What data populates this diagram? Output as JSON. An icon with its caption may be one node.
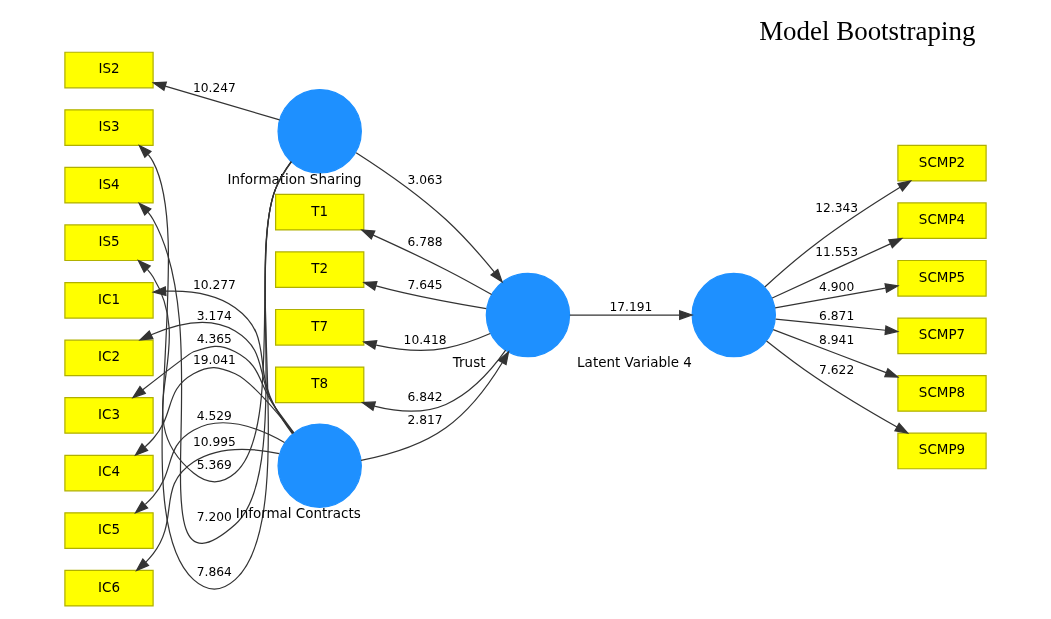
{
  "diagram": {
    "title": "Model Bootstraping",
    "nodes": [
      {
        "text": [
          "IS2"
        ]
      },
      {
        "text": [
          "IS3"
        ]
      },
      {
        "text": [
          "IS4"
        ]
      },
      {
        "text": [
          "IS5"
        ]
      },
      {
        "text": [
          "Information Sharing"
        ]
      },
      {
        "text": [
          "T1"
        ]
      },
      {
        "text": [
          "T2"
        ]
      },
      {
        "text": [
          "T7"
        ]
      },
      {
        "text": [
          "T8"
        ]
      },
      {
        "text": [
          "Trust"
        ]
      },
      {
        "text": [
          "IC1"
        ]
      },
      {
        "text": [
          "IC2"
        ]
      },
      {
        "text": [
          "IC3"
        ]
      },
      {
        "text": [
          "IC4"
        ]
      },
      {
        "text": [
          "IC5"
        ]
      },
      {
        "text": [
          "IC6"
        ]
      },
      {
        "text": [
          "Informal Contracts"
        ]
      },
      {
        "text": [
          "Latent Variable 4"
        ]
      },
      {
        "text": [
          "SCMP2"
        ]
      },
      {
        "text": [
          "SCMP4"
        ]
      },
      {
        "text": [
          "SCMP5"
        ]
      },
      {
        "text": [
          "SCMP7"
        ]
      },
      {
        "text": [
          "SCMP8"
        ]
      },
      {
        "text": [
          "SCMP9"
        ]
      }
    ],
    "edges": [
      {
        "from": 4,
        "to": 0,
        "arrow": "to",
        "label": "10.247"
      },
      {
        "from": 4,
        "to": 1,
        "arrow": "to",
        "label": "7.864"
      },
      {
        "from": 4,
        "to": 2,
        "arrow": "to",
        "label": "7.200"
      },
      {
        "from": 4,
        "to": 3,
        "arrow": "to",
        "label": "5.369"
      },
      {
        "from": 4,
        "to": 9,
        "arrow": "to",
        "label": "3.063"
      },
      {
        "from": 9,
        "to": 5,
        "arrow": "to",
        "label": "6.788"
      },
      {
        "from": 9,
        "to": 6,
        "arrow": "to",
        "label": "7.645"
      },
      {
        "from": 9,
        "to": 7,
        "arrow": "to",
        "label": "10.418"
      },
      {
        "from": 9,
        "to": 8,
        "arrow": "to",
        "label": "6.842"
      },
      {
        "from": 16,
        "to": 10,
        "arrow": "to",
        "label": "10.277"
      },
      {
        "from": 16,
        "to": 11,
        "arrow": "to",
        "label": "3.174"
      },
      {
        "from": 16,
        "to": 12,
        "arrow": "to",
        "label": "4.365"
      },
      {
        "from": 16,
        "to": 13,
        "arrow": "to",
        "label": "19.041"
      },
      {
        "from": 16,
        "to": 14,
        "arrow": "to",
        "label": "4.529"
      },
      {
        "from": 16,
        "to": 15,
        "arrow": "to",
        "label": "10.995"
      },
      {
        "from": 16,
        "to": 9,
        "arrow": "to",
        "label": "2.817"
      },
      {
        "from": 9,
        "to": 17,
        "arrow": "to",
        "label": "17.191"
      },
      {
        "from": 17,
        "to": 18,
        "arrow": "to",
        "label": "12.343"
      },
      {
        "from": 17,
        "to": 19,
        "arrow": "to",
        "label": "11.553"
      },
      {
        "from": 17,
        "to": 20,
        "arrow": "to",
        "label": "4.900"
      },
      {
        "from": 17,
        "to": 21,
        "arrow": "to",
        "label": "6.871"
      },
      {
        "from": 17,
        "to": 22,
        "arrow": "to",
        "label": "8.941"
      },
      {
        "from": 17,
        "to": 23,
        "arrow": "to",
        "label": "7.622"
      }
    ]
  }
}
